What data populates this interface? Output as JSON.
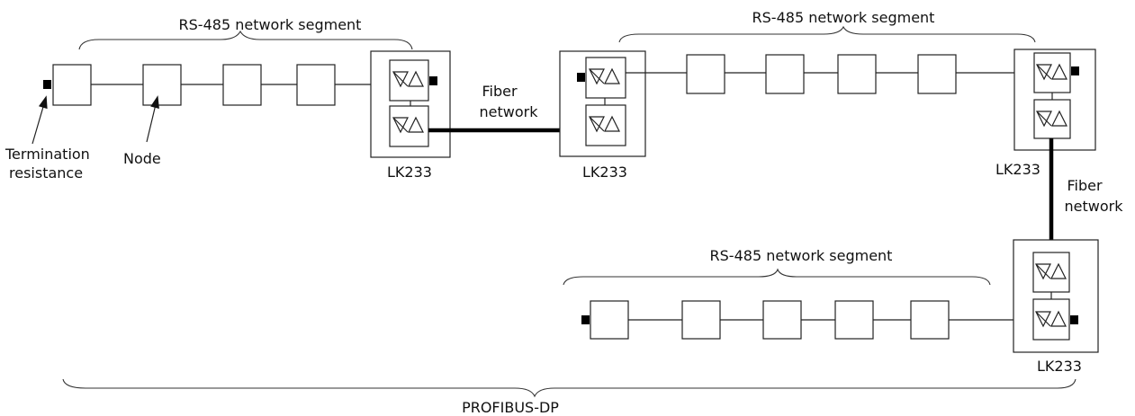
{
  "labels": {
    "rs485_segment": "RS-485 network segment",
    "fiber_line1": "Fiber",
    "fiber_line2": "network",
    "device": "LK233",
    "termination_line1": "Termination",
    "termination_line2": "resistance",
    "node": "Node",
    "profibus": "PROFIBUS-DP"
  },
  "colors": {
    "line": "#222222",
    "fiber": "#000000",
    "background": "#ffffff"
  },
  "icons": {
    "transceiver": "down-up-triangles-icon",
    "terminator": "black-square-terminator-icon"
  }
}
